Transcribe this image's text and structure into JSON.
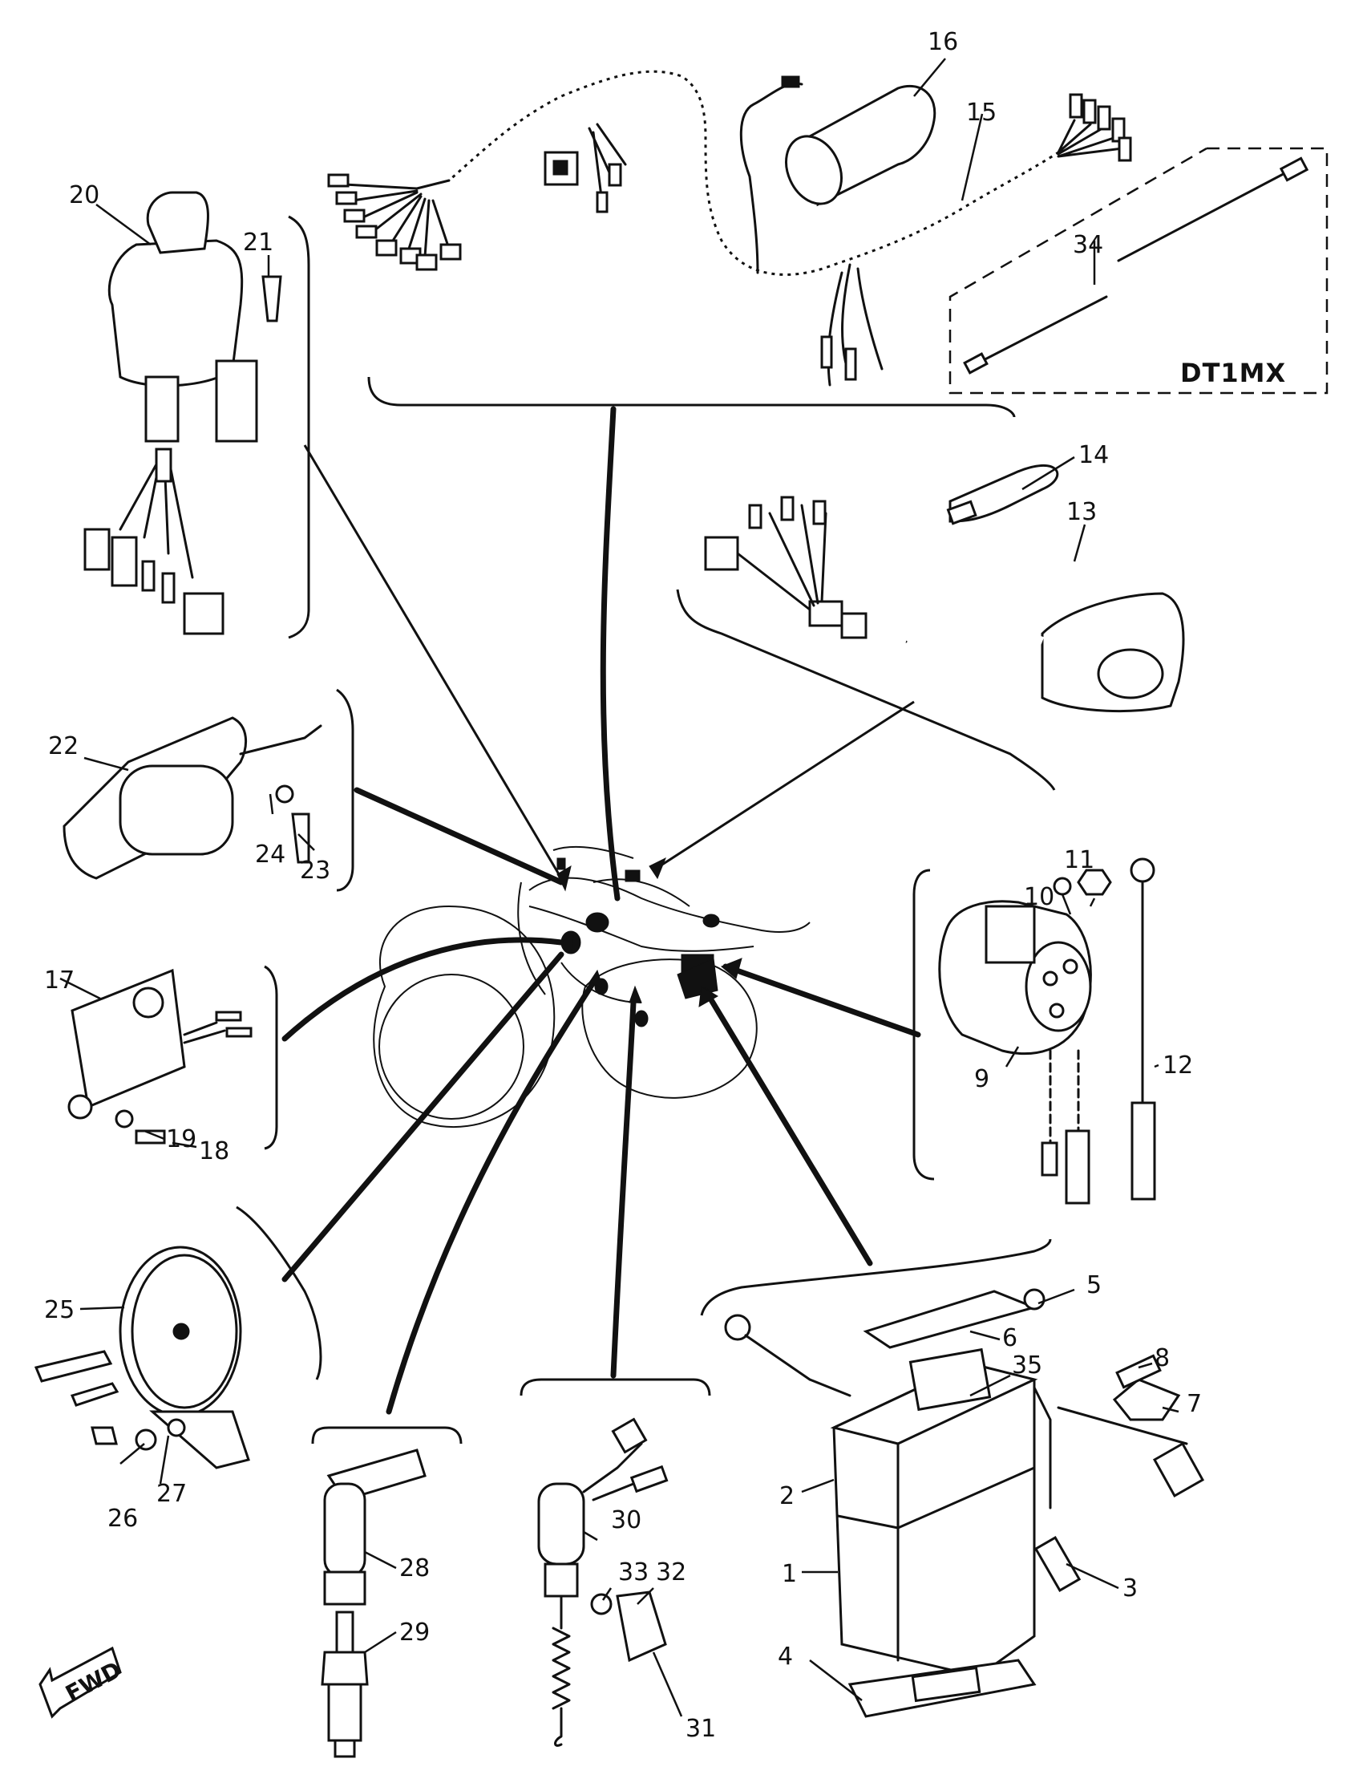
{
  "model_label": "DT1MX",
  "direction_label": "FWD",
  "parts": [
    {
      "id": "1",
      "label": "1"
    },
    {
      "id": "2",
      "label": "2"
    },
    {
      "id": "3",
      "label": "3"
    },
    {
      "id": "4",
      "label": "4"
    },
    {
      "id": "5",
      "label": "5"
    },
    {
      "id": "6",
      "label": "6"
    },
    {
      "id": "7",
      "label": "7"
    },
    {
      "id": "8",
      "label": "8"
    },
    {
      "id": "9",
      "label": "9"
    },
    {
      "id": "10",
      "label": "10"
    },
    {
      "id": "11",
      "label": "11"
    },
    {
      "id": "12",
      "label": "12"
    },
    {
      "id": "13",
      "label": "13"
    },
    {
      "id": "14",
      "label": "14"
    },
    {
      "id": "15",
      "label": "15"
    },
    {
      "id": "16",
      "label": "16"
    },
    {
      "id": "17",
      "label": "17"
    },
    {
      "id": "18",
      "label": "18"
    },
    {
      "id": "19",
      "label": "19"
    },
    {
      "id": "20",
      "label": "20"
    },
    {
      "id": "21",
      "label": "21"
    },
    {
      "id": "22",
      "label": "22"
    },
    {
      "id": "23",
      "label": "23"
    },
    {
      "id": "24",
      "label": "24"
    },
    {
      "id": "25",
      "label": "25"
    },
    {
      "id": "26",
      "label": "26"
    },
    {
      "id": "27",
      "label": "27"
    },
    {
      "id": "28",
      "label": "28"
    },
    {
      "id": "29",
      "label": "29"
    },
    {
      "id": "30",
      "label": "30"
    },
    {
      "id": "31",
      "label": "31"
    },
    {
      "id": "32",
      "label": "32"
    },
    {
      "id": "33",
      "label": "33"
    },
    {
      "id": "34",
      "label": "34"
    },
    {
      "id": "35",
      "label": "35"
    }
  ]
}
